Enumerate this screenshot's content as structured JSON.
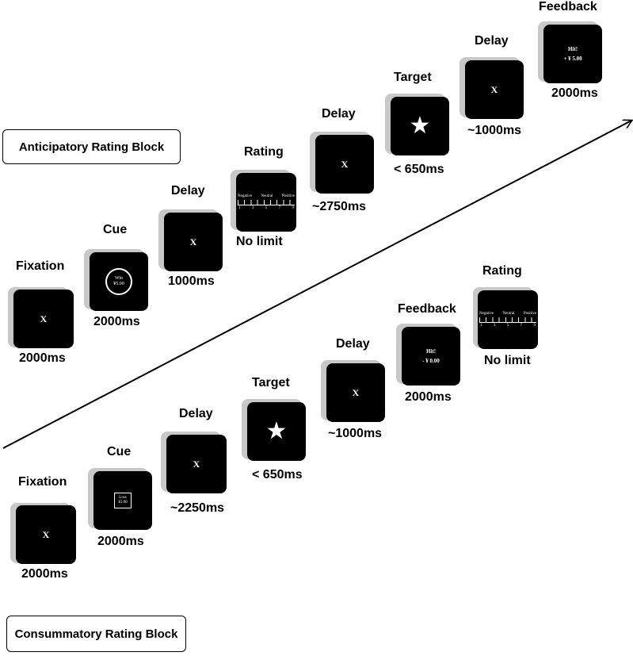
{
  "blocks": {
    "anticipatory": "Anticipatory Rating Block",
    "consummatory": "Consummatory Rating Block"
  },
  "anticipatory": {
    "fixation": {
      "title": "Fixation",
      "symbol": "X",
      "duration": "2000ms"
    },
    "cue": {
      "title": "Cue",
      "line1": "Win",
      "line2": "¥5.00",
      "duration": "2000ms"
    },
    "delay1": {
      "title": "Delay",
      "symbol": "X",
      "duration": "1000ms"
    },
    "rating": {
      "title": "Rating",
      "negative": "Negative",
      "neutral": "Neutral",
      "positive": "Positive",
      "n1": "1",
      "n3": "3",
      "n5": "5",
      "n7": "7",
      "n9": "9",
      "duration": "No limit"
    },
    "delay2": {
      "title": "Delay",
      "symbol": "X",
      "duration": "~2750ms"
    },
    "target": {
      "title": "Target",
      "symbol": "★",
      "duration": "< 650ms"
    },
    "delay3": {
      "title": "Delay",
      "symbol": "X",
      "duration": "~1000ms"
    },
    "feedback": {
      "title": "Feedback",
      "line1": "Hit!",
      "line2": "+ ¥ 5.00",
      "duration": "2000ms"
    }
  },
  "consummatory": {
    "fixation": {
      "title": "Fixation",
      "symbol": "X",
      "duration": "2000ms"
    },
    "cue": {
      "title": "Cue",
      "line1": "Loss",
      "line2": "¥5.00",
      "duration": "2000ms"
    },
    "delay1": {
      "title": "Delay",
      "symbol": "X",
      "duration": "~2250ms"
    },
    "target": {
      "title": "Target",
      "symbol": "★",
      "duration": "< 650ms"
    },
    "delay2": {
      "title": "Delay",
      "symbol": "X",
      "duration": "~1000ms"
    },
    "feedback": {
      "title": "Feedback",
      "line1": "Hit!",
      "line2": "- ¥ 0.00",
      "duration": "2000ms"
    },
    "rating": {
      "title": "Rating",
      "negative": "Negative",
      "neutral": "Neutral",
      "positive": "Positive",
      "n1": "1",
      "n3": "3",
      "n5": "5",
      "n7": "7",
      "n9": "9",
      "duration": "No limit"
    }
  },
  "colors": {
    "screen": "#000000",
    "shadow": "#c8c8c8",
    "text": "#000000"
  }
}
